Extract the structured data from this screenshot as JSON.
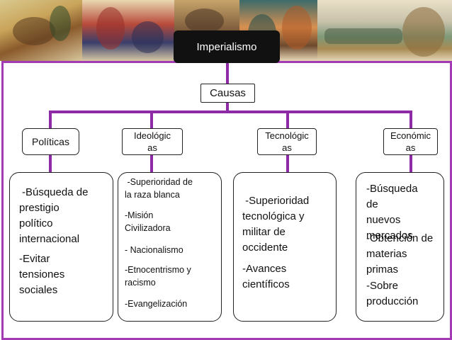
{
  "title": "Imperialismo",
  "causes_label": "Causas",
  "categories": [
    {
      "name": "Políticas",
      "lines": [
        "Políticas"
      ]
    },
    {
      "name": "Ideológicas",
      "lines": [
        "Ideológic",
        "as"
      ]
    },
    {
      "name": "Tecnológicas",
      "lines": [
        "Tecnológic",
        "as"
      ]
    },
    {
      "name": "Económicas",
      "lines": [
        "Económic",
        "as"
      ]
    }
  ],
  "politicas": {
    "item1": [
      "-Búsqueda de",
      "prestigio",
      "político",
      "internacional"
    ],
    "item2": [
      "-Evitar",
      "tensiones",
      "sociales"
    ]
  },
  "ideologicas": {
    "item1": [
      " -Superioridad de",
      "la raza blanca"
    ],
    "item2": [
      "-Misión",
      "Civilizadora"
    ],
    "item3": [
      "- Nacionalismo"
    ],
    "item4": [
      "-Etnocentrismo y",
      "racismo"
    ],
    "item5": [
      "-Evangelización"
    ]
  },
  "tecnologicas": {
    "item1": [
      " -Superioridad",
      "tecnológica y",
      "militar de",
      "occidente"
    ],
    "item2": [
      "-Avances",
      "científicos"
    ]
  },
  "economicas": {
    "item1": [
      "-Búsqueda",
      "de nuevos",
      "mercados"
    ],
    "item2": [
      "-Obtención de",
      "materias",
      "primas"
    ],
    "item3": [
      "-Sobre",
      "producción"
    ]
  },
  "colors": {
    "frame": "#a23bb4",
    "connector": "#8e2aa6",
    "title_bg": "#111111"
  }
}
